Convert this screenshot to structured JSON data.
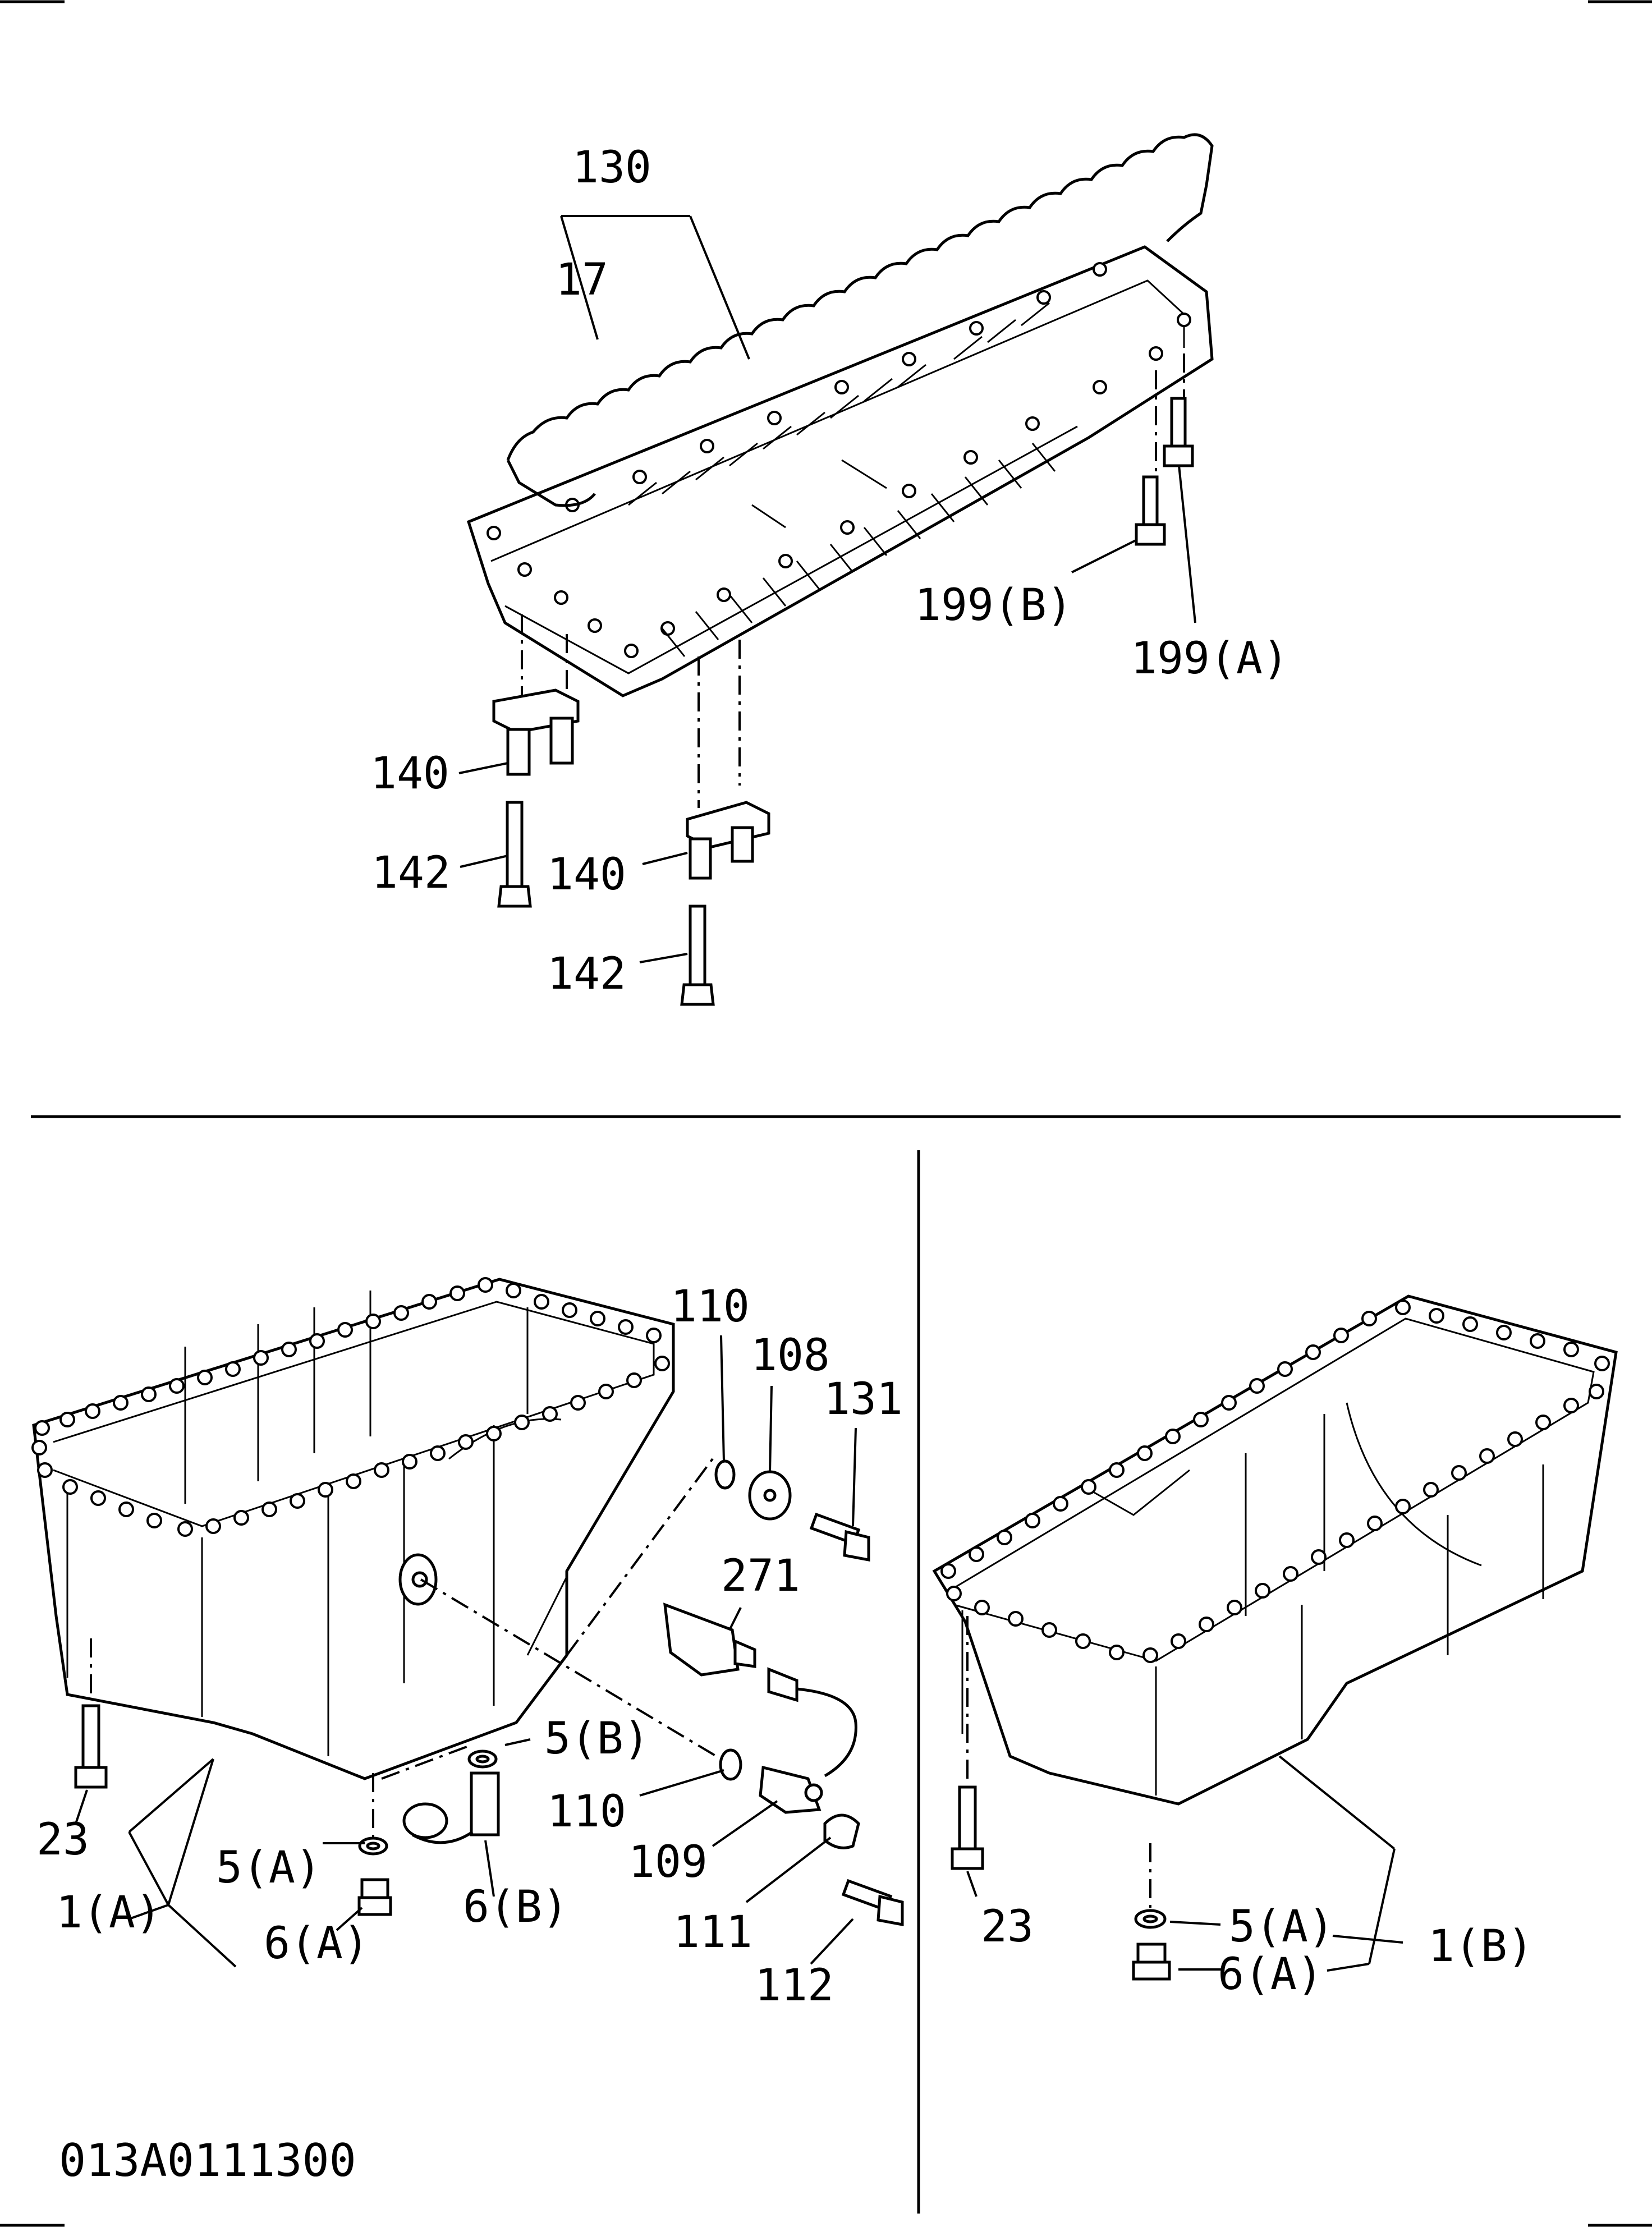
{
  "labels": {
    "l130": "130",
    "l17": "17",
    "l199b": "199(B)",
    "l199a": "199(A)",
    "l140a": "140",
    "l142a": "142",
    "l140b": "140",
    "l142b": "142",
    "l110a": "110",
    "l108": "108",
    "l131": "131",
    "l271": "271",
    "l5b": "5(B)",
    "l110b": "110",
    "l109": "109",
    "l23a": "23",
    "l5a": "5(A)",
    "l1a": "1(A)",
    "l6b": "6(B)",
    "l6a": "6(A)",
    "l111": "111",
    "l112": "112",
    "l23b": "23",
    "l5a2": "5(A)",
    "l1b": "1(B)",
    "l6a2": "6(A)"
  },
  "drawing_code": "013A0111300"
}
